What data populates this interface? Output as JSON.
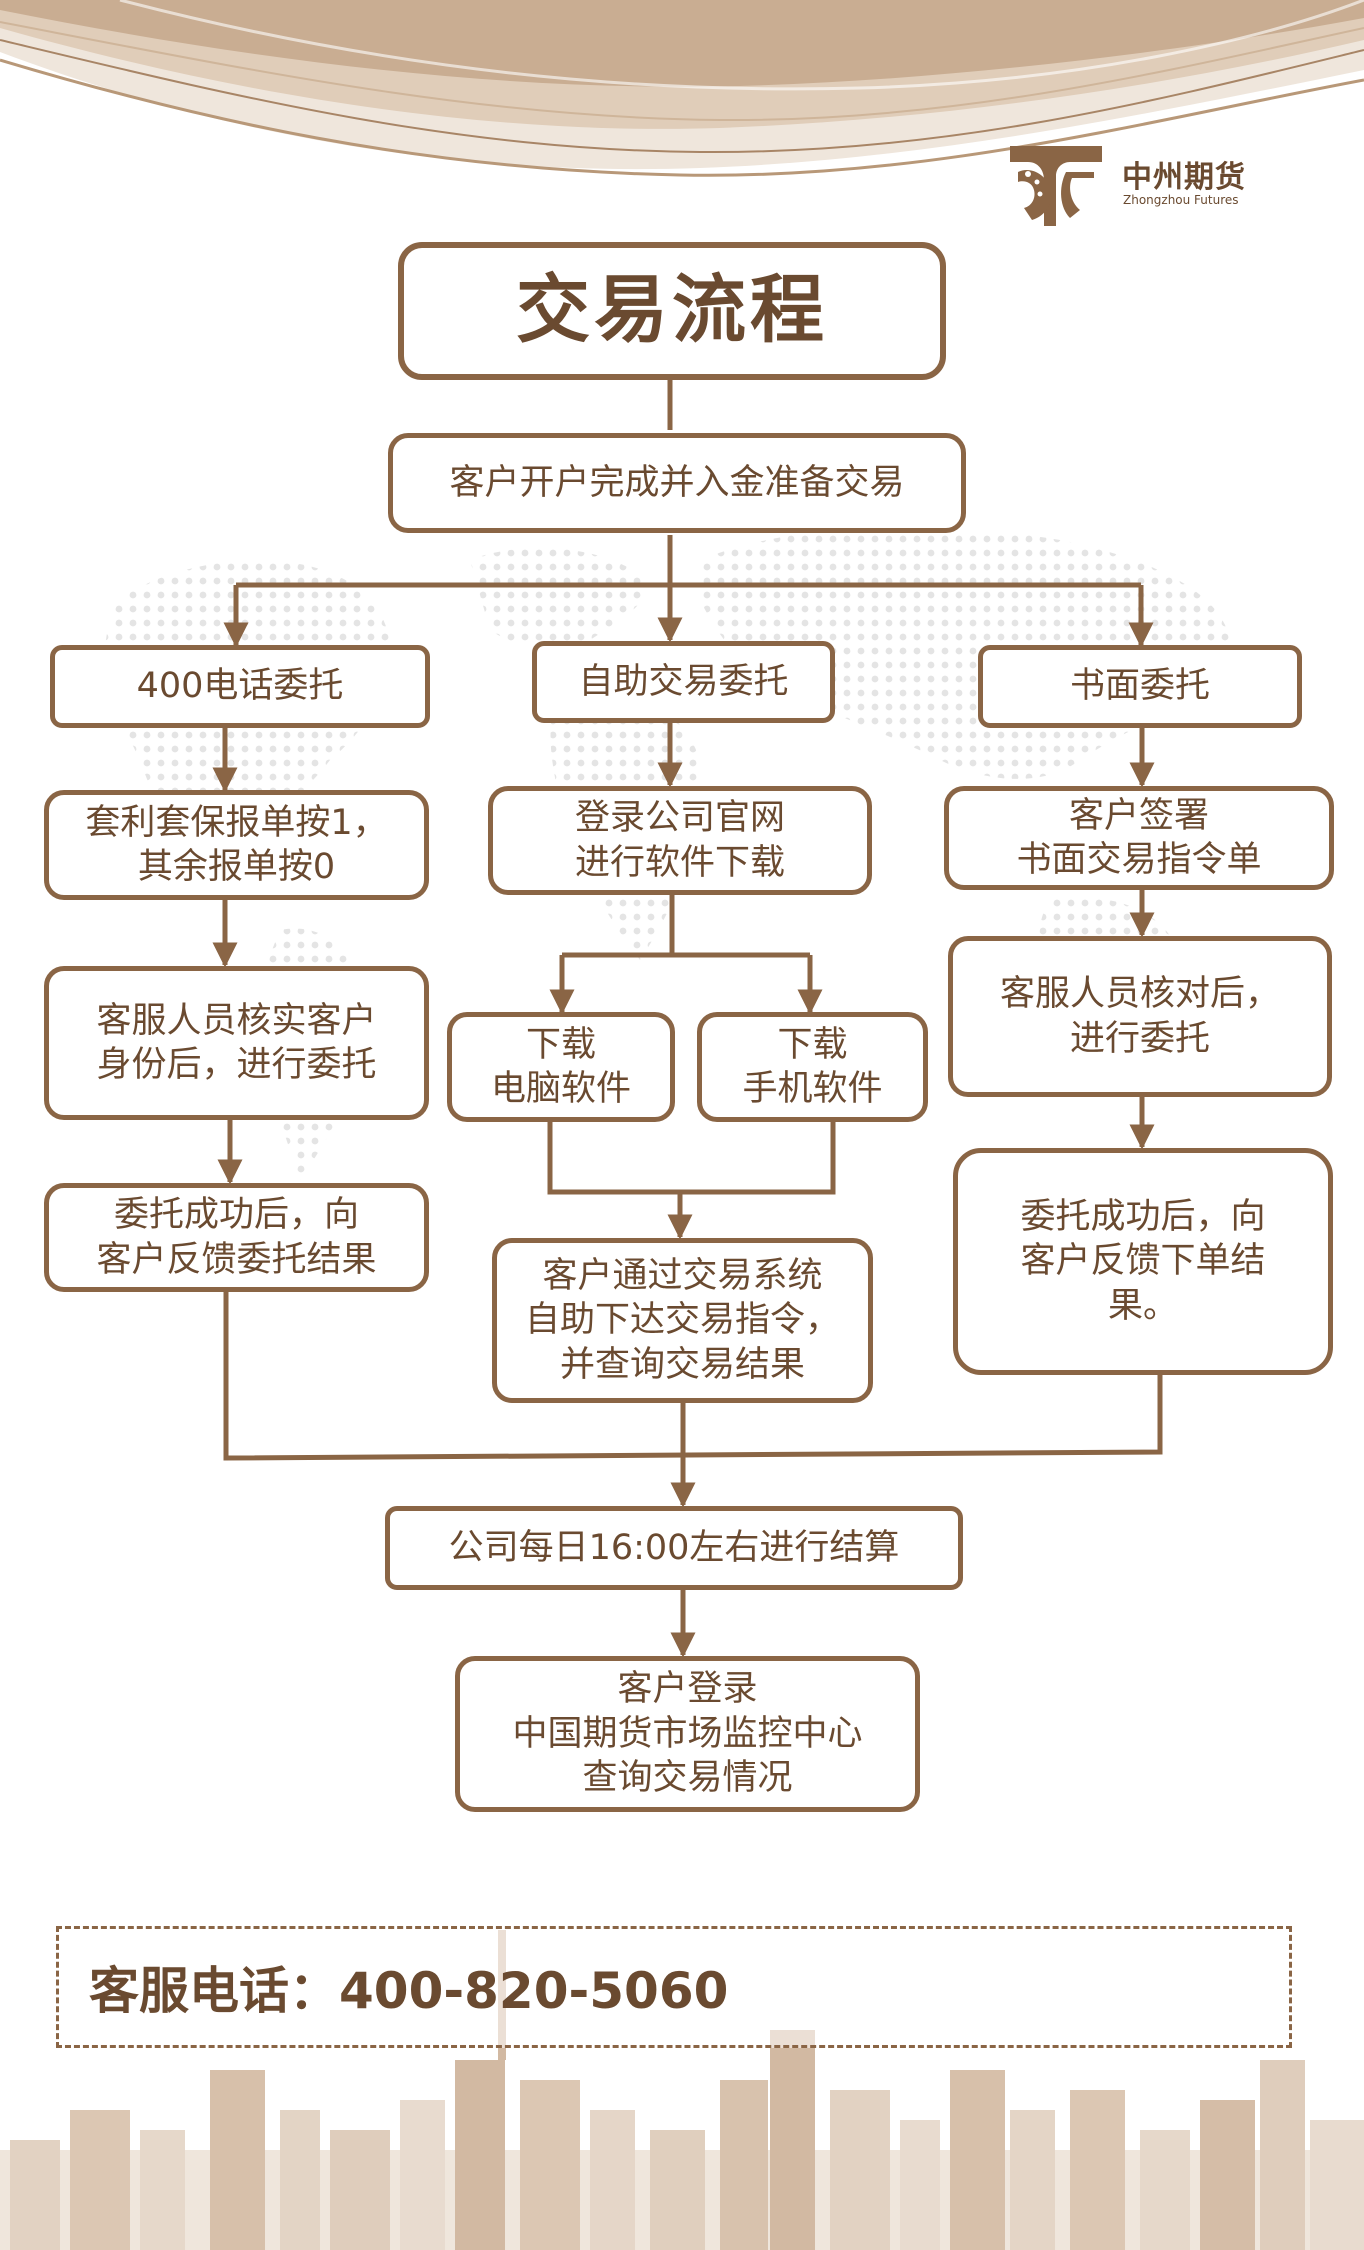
{
  "brand": {
    "name_cn": "中州期货",
    "name_en": "Zhongzhou Futures"
  },
  "colors": {
    "primary": "#8a6545",
    "text": "#6a4a30",
    "background": "#ffffff"
  },
  "title": "交易流程",
  "nodes": {
    "start": "客户开户完成并入金准备交易",
    "phone": {
      "header": "400电话委托",
      "step1": "套利套保报单按1，\n其余报单按0",
      "step2": "客服人员核实客户\n身份后，进行委托",
      "step3": "委托成功后，向\n客户反馈委托结果"
    },
    "self": {
      "header": "自助交易委托",
      "step1": "登录公司官网\n进行软件下载",
      "pc": "下载\n电脑软件",
      "mobile": "下载\n手机软件",
      "step2": "客户通过交易系统\n自助下达交易指令，\n并查询交易结果"
    },
    "written": {
      "header": "书面委托",
      "step1": "客户签署\n书面交易指令单",
      "step2": "客服人员核对后，\n进行委托",
      "step3": "委托成功后，向\n客户反馈下单结\n果。"
    },
    "settlement": "公司每日16:00左右进行结算",
    "final": "客户登录\n中国期货市场监控中心\n查询交易情况"
  },
  "hotline": "客服电话：400-820-5060",
  "icons": [
    "leopard-logo-icon"
  ]
}
